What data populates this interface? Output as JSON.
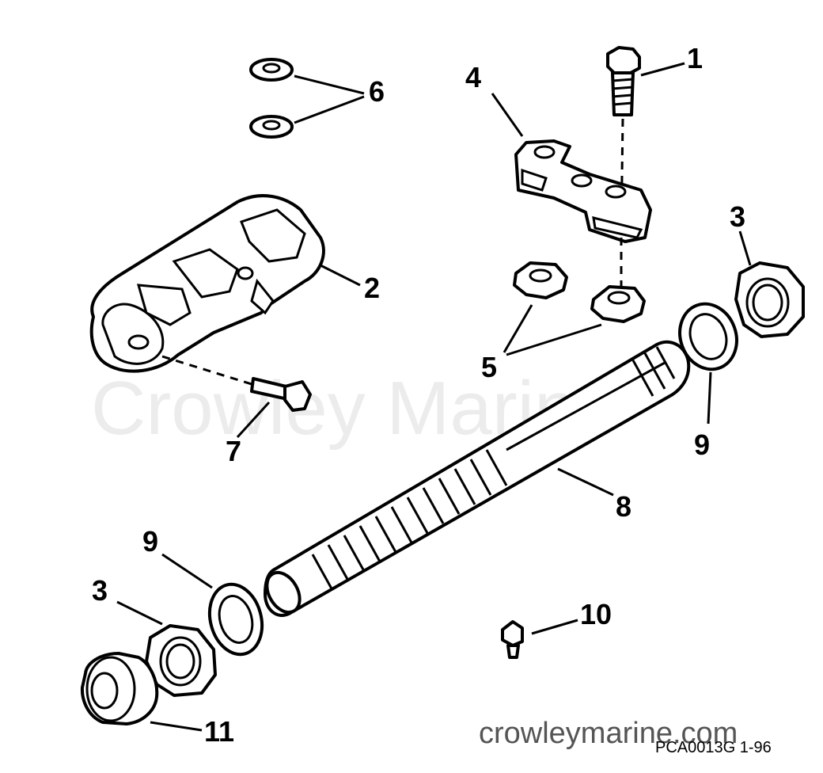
{
  "watermark": {
    "center_text": "Crowley Marine",
    "url_text": "crowleymarine.com"
  },
  "drawing_code": "PCA0013G   1-96",
  "callouts": {
    "c1": "1",
    "c2": "2",
    "c3a": "3",
    "c3b": "3",
    "c4": "4",
    "c5": "5",
    "c6": "6",
    "c7": "7",
    "c8": "8",
    "c9a": "9",
    "c9b": "9",
    "c10": "10",
    "c11": "11"
  }
}
